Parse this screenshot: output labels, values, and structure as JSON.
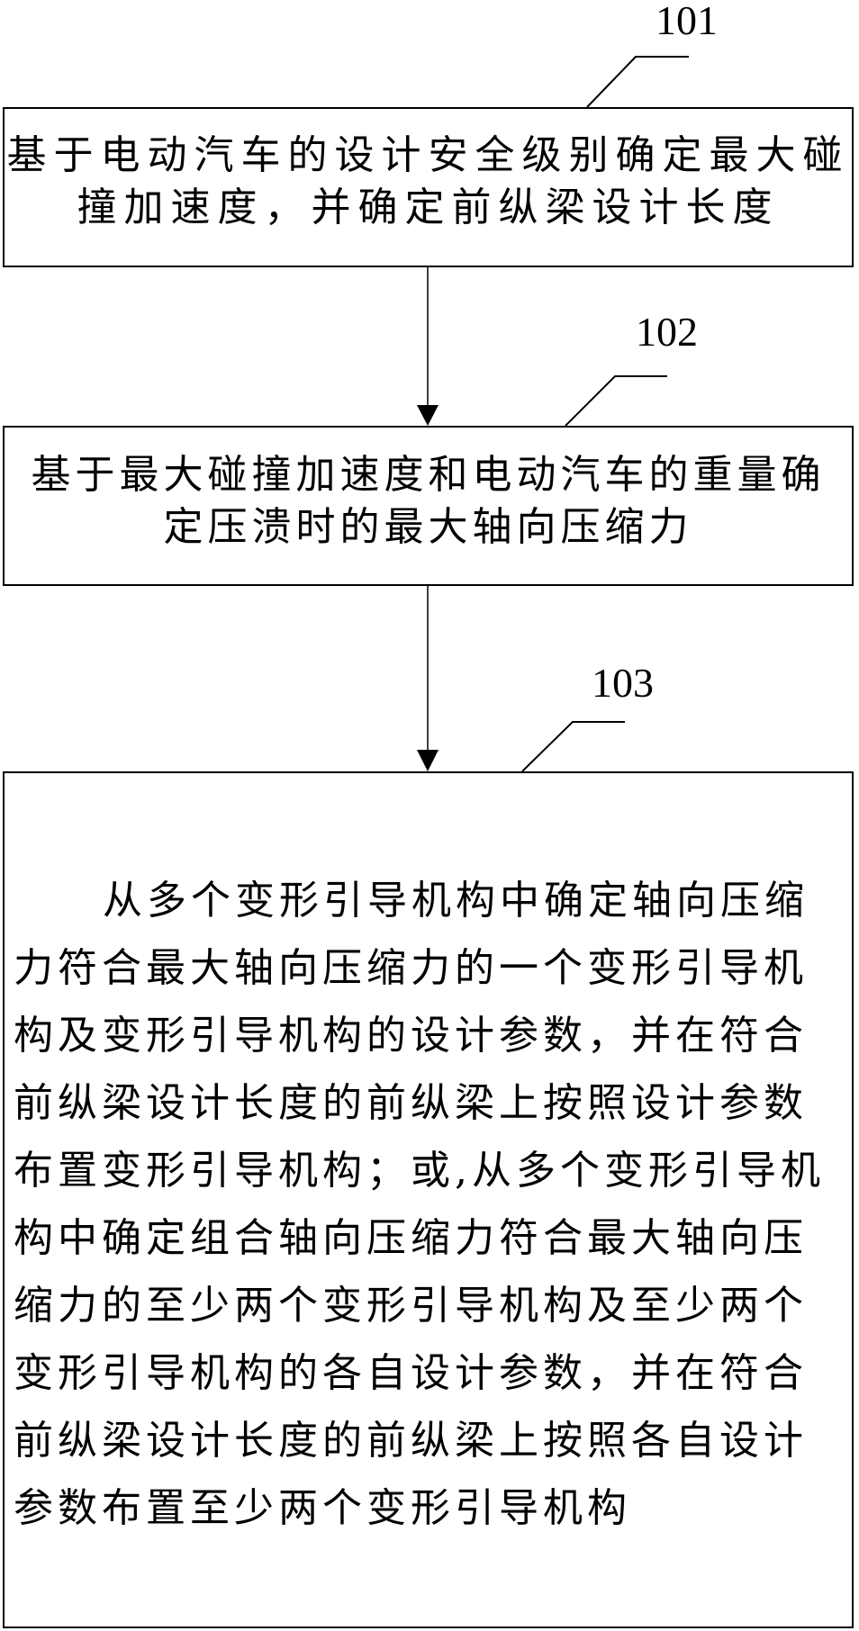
{
  "diagram": {
    "type": "flowchart",
    "direction": "top-to-bottom",
    "colors": {
      "line": "#000000",
      "background": "#ffffff",
      "text": "#000000"
    },
    "steps": [
      {
        "ref": "101",
        "lines": [
          "基于电动汽车的设计安全级别确定最大碰",
          "撞加速度，并确定前纵梁设计长度"
        ]
      },
      {
        "ref": "102",
        "lines": [
          "基于最大碰撞加速度和电动汽车的重量确",
          "定压溃时的最大轴向压缩力"
        ]
      },
      {
        "ref": "103",
        "lines": [
          "从多个变形引导机构中确定轴向压缩",
          "力符合最大轴向压缩力的一个变形引导机",
          "构及变形引导机构的设计参数，并在符合",
          "前纵梁设计长度的前纵梁上按照设计参数",
          "布置变形引导机构；或,从多个变形引导机",
          "构中确定组合轴向压缩力符合最大轴向压",
          "缩力的至少两个变形引导机构及至少两个",
          "变形引导机构的各自设计参数，并在符合",
          "前纵梁设计长度的前纵梁上按照各自设计",
          "参数布置至少两个变形引导机构"
        ]
      }
    ],
    "edges": [
      {
        "from": "101",
        "to": "102",
        "style": "arrow"
      },
      {
        "from": "102",
        "to": "103",
        "style": "arrow"
      }
    ]
  }
}
